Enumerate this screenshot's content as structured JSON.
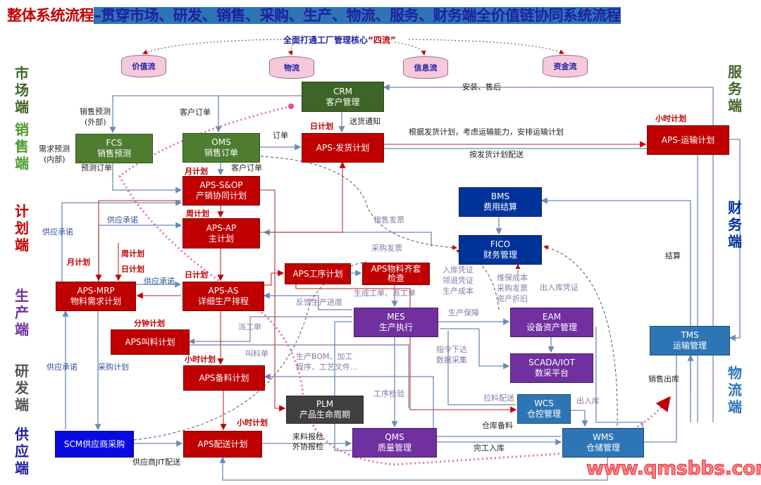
{
  "title": {
    "part1": "整体系统流程",
    "part2": "–贯穿市场、研发、销售、采购、生产、物流、服务、财务端全价值链协同系统流程"
  },
  "core": {
    "text": "全面打通工厂管理核心",
    "highlight": "“四流”"
  },
  "flows": [
    "价值流",
    "物流",
    "信息流",
    "资金流"
  ],
  "sides": {
    "market": "市场端",
    "sales": "销售端",
    "plan": "计划端",
    "production": "生产端",
    "rnd": "研发端",
    "supply": "供应端",
    "service": "服务端",
    "finance": "财务端",
    "logistics": "物流端"
  },
  "boxes": {
    "crm": [
      "CRM",
      "客户管理"
    ],
    "fcs": [
      "FCS",
      "销售预测"
    ],
    "oms": [
      "OMS",
      "销售订单"
    ],
    "ship": [
      "APS-发货计划"
    ],
    "transport": [
      "APS-运输计划"
    ],
    "sop": [
      "APS-S&OP",
      "产销协同计划"
    ],
    "ap": [
      "APS-AP",
      "主计划"
    ],
    "mrp": [
      "APS-MRP",
      "物料需求计划"
    ],
    "as": [
      "APS-AS",
      "详细生产排程"
    ],
    "process": [
      "APS工序计划"
    ],
    "kit": [
      "APS物料齐套",
      "检查"
    ],
    "call": [
      "APS叫料计划"
    ],
    "prep": [
      "APS备料计划"
    ],
    "delivery": [
      "APS配送计划"
    ],
    "scm": [
      "SCM供应商采购"
    ],
    "plm": [
      "PLM",
      "产品生命周期"
    ],
    "qms": [
      "QMS",
      "质量管理"
    ],
    "mes": [
      "MES",
      "生产执行"
    ],
    "eam": [
      "EAM",
      "设备资产管理"
    ],
    "scada": [
      "SCADA/IOT",
      "数采平台"
    ],
    "bms": [
      "BMS",
      "费用结算"
    ],
    "fico": [
      "FICO",
      "财务管理"
    ],
    "tms": [
      "TMS",
      "运输管理"
    ],
    "wcs": [
      "WCS",
      "仓控管理"
    ],
    "wms": [
      "WMS",
      "仓储管理"
    ]
  },
  "labels": [
    "销售预测",
    "(外部)",
    "客户订单",
    "送货通知",
    "订单",
    "需求预测",
    "(内部)",
    "预测订单",
    "客户订单",
    "安装、售后",
    "根据发货计划，考虑运输能力，安排运输计划",
    "按发货计划配送",
    "销售发票",
    "采购发票",
    "供应承诺",
    "供应承诺",
    "供应承诺",
    "入库凭证",
    "领退凭证",
    "生产成本",
    "维保成本",
    "采购发票",
    "资产折旧",
    "出入库凭证",
    "结算",
    "生成工单、派工单",
    "反馈生产进度",
    "生产保障",
    "派工单",
    "叫料单",
    "生产BOM、加工",
    "程序、工艺文件...",
    "指令下达",
    "数据采集",
    "供应承诺",
    "采购计划",
    "工序检验",
    "拉料配送",
    "出入库",
    "仓库备料",
    "销售出库",
    "来料报检",
    "外协报检",
    "完工入库",
    "供应商JIT配送"
  ],
  "plans": [
    "日计划",
    "小时计划",
    "月计划",
    "周计划",
    "周计划",
    "日计划",
    "月计划",
    "日计划",
    "分钟计划",
    "小时计划",
    "小时计划"
  ],
  "watermark": "www.qmsbbs.com",
  "colors": {
    "red": "#c00000",
    "green": "#3f6428",
    "navy": "#00339a",
    "purple": "#7030a0",
    "blue": "#2e75b6"
  }
}
